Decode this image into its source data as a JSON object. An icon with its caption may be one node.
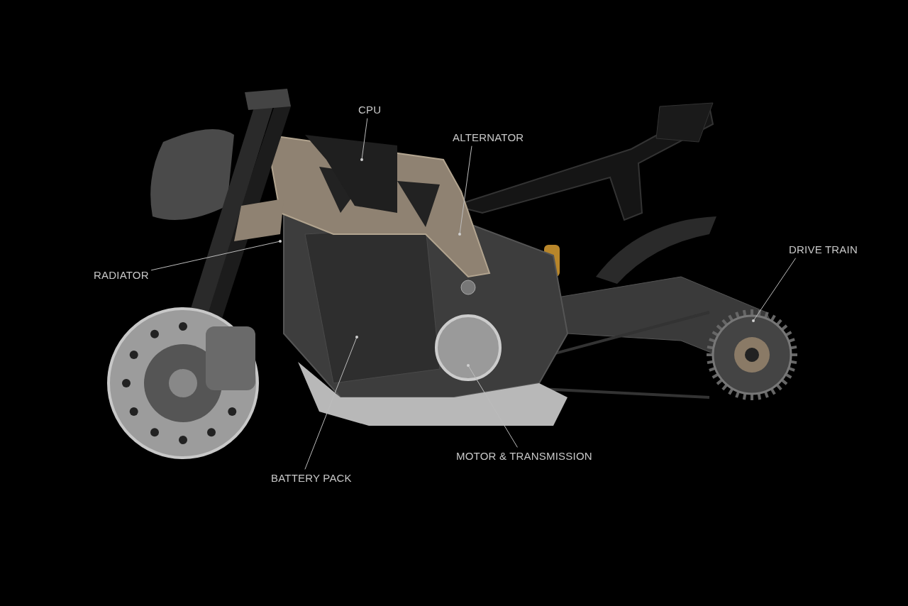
{
  "diagram": {
    "nodes": [
      {
        "text": [
          "CPU"
        ]
      },
      {
        "text": [
          "ALTERNATOR"
        ]
      },
      {
        "text": [
          "RADIATOR"
        ]
      },
      {
        "text": [
          "DRIVE TRAIN"
        ]
      },
      {
        "text": [
          "BATTERY PACK"
        ]
      },
      {
        "text": [
          "MOTOR & TRANSMISSION"
        ]
      }
    ],
    "edges": [
      {
        "from": 0,
        "to": null,
        "arrow": "other"
      },
      {
        "from": 1,
        "to": null,
        "arrow": "other"
      },
      {
        "from": 2,
        "to": null,
        "arrow": "other"
      },
      {
        "from": 3,
        "to": null,
        "arrow": "other"
      },
      {
        "from": 4,
        "to": null,
        "arrow": "other"
      },
      {
        "from": 5,
        "to": null,
        "arrow": "other"
      }
    ]
  }
}
